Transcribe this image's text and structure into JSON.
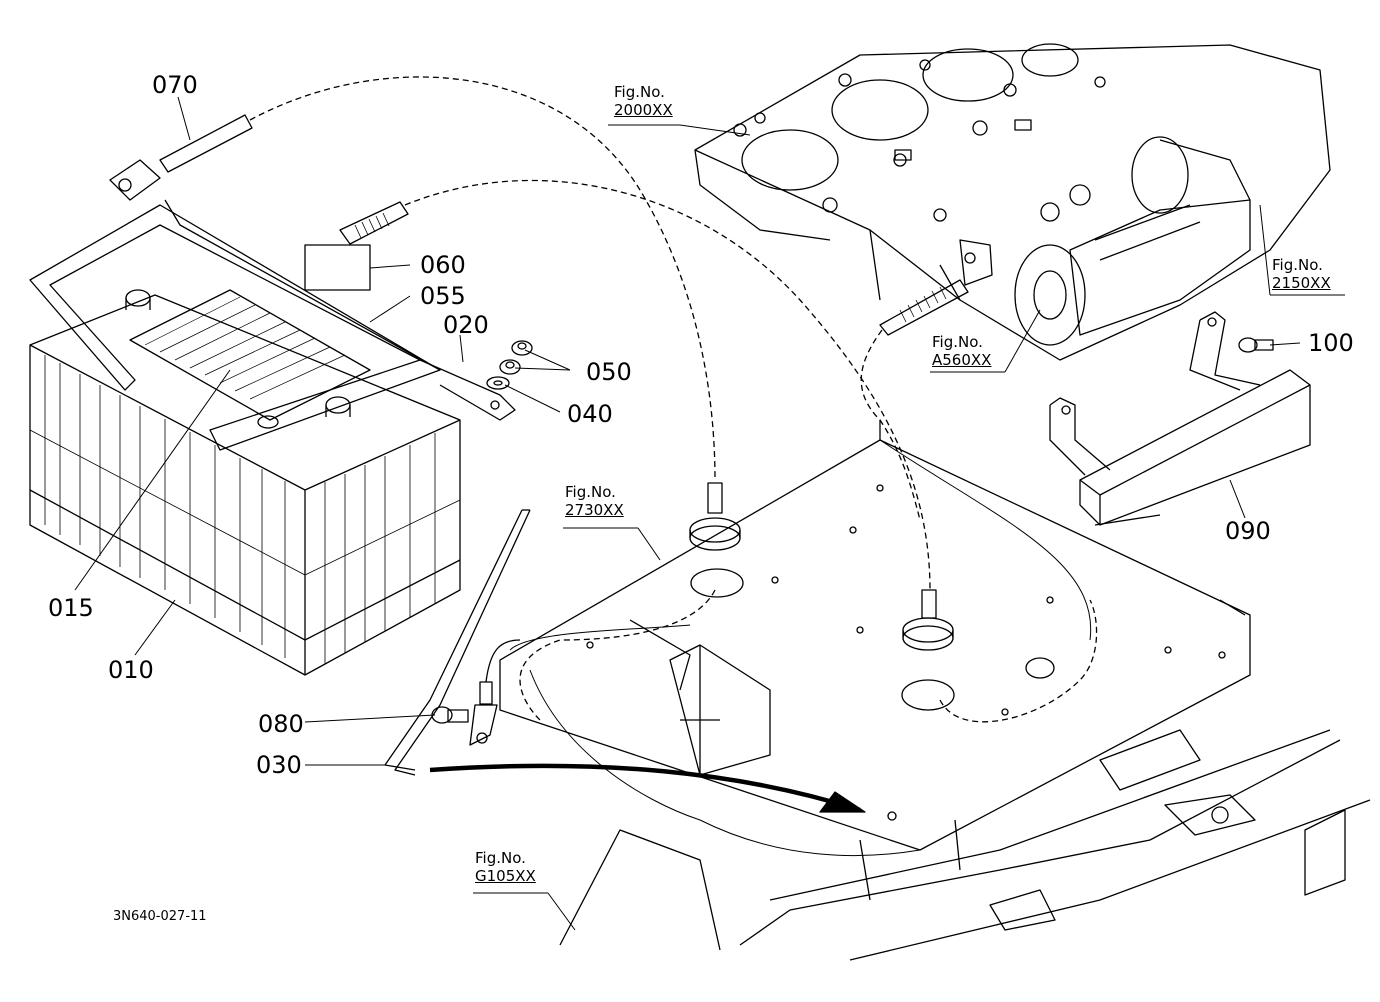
{
  "diagram_code": "3N640-027-11",
  "parts": {
    "p070": "070",
    "p060": "060",
    "p055": "055",
    "p020": "020",
    "p050": "050",
    "p040": "040",
    "p015": "015",
    "p010": "010",
    "p080": "080",
    "p030": "030",
    "p100": "100",
    "p090": "090"
  },
  "fig_refs": {
    "f2000": {
      "prefix": "Fig.No.",
      "ref": "2000XX"
    },
    "f2150": {
      "prefix": "Fig.No.",
      "ref": "2150XX"
    },
    "fA560": {
      "prefix": "Fig.No.",
      "ref": "A560XX"
    },
    "f2730": {
      "prefix": "Fig.No.",
      "ref": "2730XX"
    },
    "fG105": {
      "prefix": "Fig.No.",
      "ref": "G105XX"
    }
  },
  "colors": {
    "ink": "#000000",
    "paper": "#ffffff"
  }
}
